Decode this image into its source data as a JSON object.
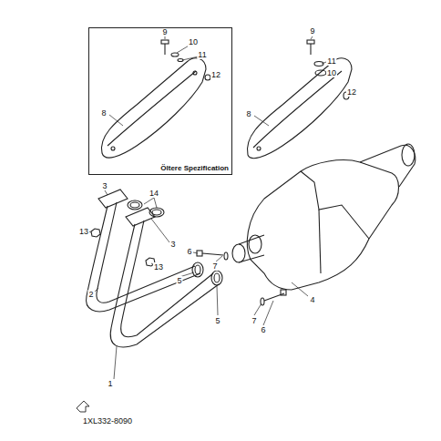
{
  "diagram": {
    "nodes": [
      {
        "text": [
          "Öltere Spezification"
        ]
      }
    ],
    "labels": [
      "9",
      "10",
      "11",
      "12",
      "8",
      "9",
      "11",
      "10",
      "12",
      "8",
      "3",
      "14",
      "13",
      "6",
      "7",
      "3",
      "13",
      "5",
      "5",
      "7",
      "6",
      "4",
      "2",
      "1",
      "1XL332-8090"
    ]
  }
}
